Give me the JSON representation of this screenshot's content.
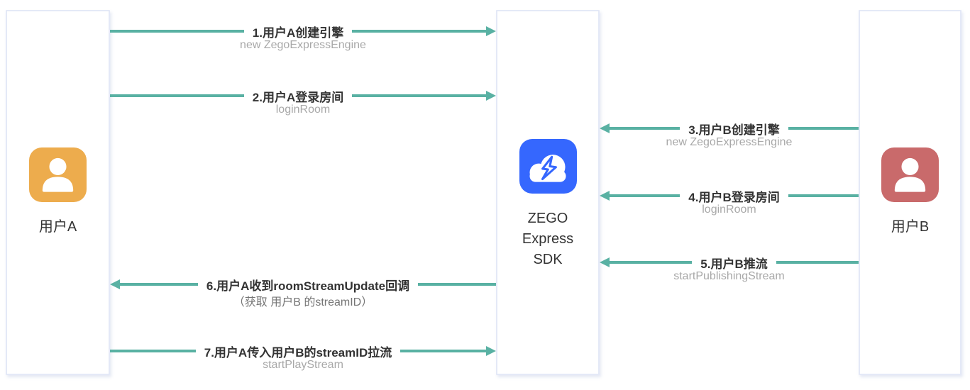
{
  "diagram": {
    "lanes": [
      {
        "id": "user-a",
        "label": "用户A",
        "icon": "person-icon",
        "accent": "#EDAC4D"
      },
      {
        "id": "zego-sdk",
        "label": "ZEGO Express SDK",
        "icon": "cloud-lightning-icon",
        "accent": "#3567FE"
      },
      {
        "id": "user-b",
        "label": "用户B",
        "icon": "person-icon",
        "accent": "#C96A6B"
      }
    ],
    "arrows": [
      {
        "step": 1,
        "label": "1.用户A创建引擎",
        "sub": "new ZegoExpressEngine",
        "direction": "right",
        "from": "user-a",
        "to": "zego-sdk"
      },
      {
        "step": 2,
        "label": "2.用户A登录房间",
        "sub": "loginRoom",
        "direction": "right",
        "from": "user-a",
        "to": "zego-sdk"
      },
      {
        "step": 3,
        "label": "3.用户B创建引擎",
        "sub": "new ZegoExpressEngine",
        "direction": "left",
        "from": "user-b",
        "to": "zego-sdk"
      },
      {
        "step": 4,
        "label": "4.用户B登录房间",
        "sub": "loginRoom",
        "direction": "left",
        "from": "user-b",
        "to": "zego-sdk"
      },
      {
        "step": 5,
        "label": "5.用户B推流",
        "sub": "startPublishingStream",
        "direction": "left",
        "from": "user-b",
        "to": "zego-sdk"
      },
      {
        "step": 6,
        "label": "6.用户A收到roomStreamUpdate回调",
        "sub": "（获取 用户B 的streamID）",
        "direction": "left",
        "from": "zego-sdk",
        "to": "user-a"
      },
      {
        "step": 7,
        "label": "7.用户A传入用户B的streamID拉流",
        "sub": "startPlayStream",
        "direction": "right",
        "from": "user-a",
        "to": "zego-sdk"
      }
    ],
    "colors": {
      "arrow": "#59B1A3",
      "label_text": "#333333",
      "method_text": "#A8A8A8",
      "note_text": "#757575",
      "lane_border": "#E4E9F7",
      "user_a_accent": "#EDAC4D",
      "user_b_accent": "#C96A6B",
      "sdk_accent": "#3567FE"
    }
  }
}
